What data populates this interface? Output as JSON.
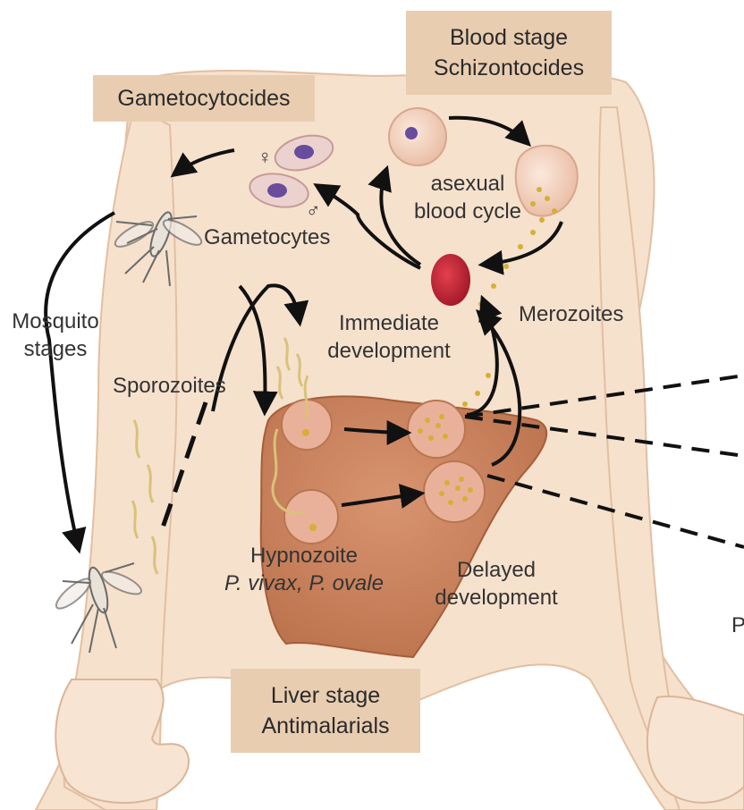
{
  "boxes": {
    "blood_stage": {
      "line1": "Blood stage",
      "line2": "Schizontocides"
    },
    "gametocytocides": {
      "text": "Gametocytocides"
    },
    "liver_stage": {
      "line1": "Liver stage",
      "line2": "Antimalarials"
    }
  },
  "labels": {
    "asexual_1": "asexual",
    "asexual_2": "blood cycle",
    "gametocytes": "Gametocytes",
    "merozoites": "Merozoites",
    "immediate_1": "Immediate",
    "immediate_2": "development",
    "sporozoites": "Sporozoites",
    "mosquito_1": "Mosquito",
    "mosquito_2": "stages",
    "hypnozoite_1": "Hypnozoite",
    "hypnozoite_2": "P. vivax, P. ovale",
    "delayed_1": "Delayed",
    "delayed_2": "development",
    "edge_letter": "P"
  },
  "symbols": {
    "female": "♀",
    "male": "♂"
  },
  "colors": {
    "skin": "#f6e1cd",
    "skin_edge": "#e2bfa1",
    "liver": "#c9835a",
    "label_box": "#e9cdb1",
    "rbc": "#c8283a",
    "arrow": "#111111"
  }
}
